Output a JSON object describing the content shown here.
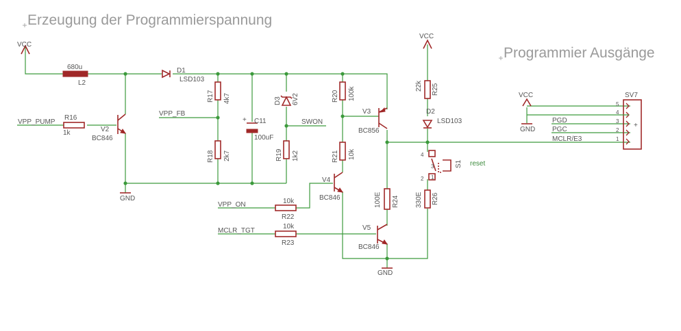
{
  "titles": {
    "main": "Erzeugung der Programmierspannung",
    "outputs": "Programmier Ausgänge"
  },
  "supply": {
    "vcc": "VCC",
    "gnd": "GND"
  },
  "components": {
    "l2": {
      "name": "L2",
      "value": "680u"
    },
    "d1": {
      "name": "D1",
      "value": "LSD103"
    },
    "d2": {
      "name": "D2",
      "value": "LSD103"
    },
    "d3": {
      "name": "D3",
      "value": "6V2"
    },
    "r16": {
      "name": "R16",
      "value": "1k"
    },
    "r17": {
      "name": "R17",
      "value": "4k7"
    },
    "r18": {
      "name": "R18",
      "value": "2k7"
    },
    "r19": {
      "name": "R19",
      "value": "1k2"
    },
    "r20": {
      "name": "R20",
      "value": "100k"
    },
    "r21": {
      "name": "R21",
      "value": "10k"
    },
    "r22": {
      "name": "R22",
      "value": "10k"
    },
    "r23": {
      "name": "R23",
      "value": "10k"
    },
    "r24": {
      "name": "R24",
      "value": "100E"
    },
    "r25": {
      "name": "R25",
      "value": "22k"
    },
    "r26": {
      "name": "R26",
      "value": "330E"
    },
    "c11": {
      "name": "C11",
      "value": "100uF"
    },
    "v2": {
      "name": "V2",
      "value": "BC846"
    },
    "v3": {
      "name": "V3",
      "value": "BC856"
    },
    "v4": {
      "name": "V4",
      "value": "BC846"
    },
    "v5": {
      "name": "V5",
      "value": "BC846"
    },
    "s1": {
      "name": "S1",
      "value": "reset",
      "pins": [
        "4",
        "3",
        "1",
        "2"
      ]
    },
    "sv7": {
      "name": "SV7",
      "pins": [
        "5",
        "4",
        "3",
        "2",
        "1"
      ]
    }
  },
  "nets": {
    "vpp_pump": "VPP_PUMP",
    "vpp_fb": "VPP_FB",
    "swon": "SWON",
    "vpp_on": "VPP_ON",
    "mclr_tgt": "MCLR_TGT",
    "pgd": "PGD",
    "pgc": "PGC",
    "mclr_e3": "MCLR/E3"
  }
}
